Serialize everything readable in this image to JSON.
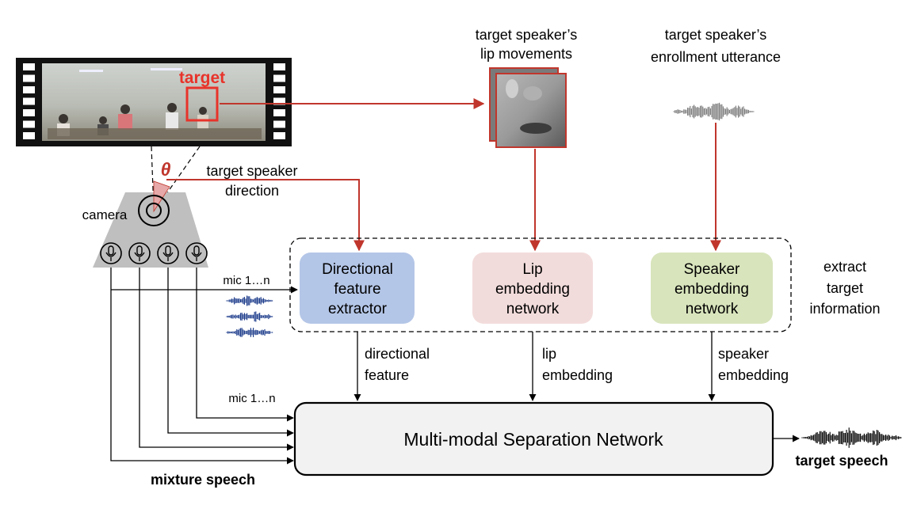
{
  "labels": {
    "target": "target",
    "theta": "θ",
    "camera": "camera",
    "direction_line1": "target speaker",
    "direction_line2": "direction",
    "lip_title_line1": "target speaker’s",
    "lip_title_line2": "lip movements",
    "enroll_title_line1": "target speaker’s",
    "enroll_title_line2": "enrollment utterance",
    "mic_top": "mic 1…n",
    "mic_bottom": "mic 1…n",
    "extract_line1": "extract",
    "extract_line2": "target",
    "extract_line3": "information",
    "dir_feat_line1": "directional",
    "dir_feat_line2": "feature",
    "lip_emb_line1": "lip",
    "lip_emb_line2": "embedding",
    "spk_emb_line1": "speaker",
    "spk_emb_line2": "embedding",
    "separation": "Multi-modal Separation Network",
    "mixture": "mixture speech",
    "target_speech": "target speech"
  },
  "boxes": {
    "directional": {
      "line1": "Directional",
      "line2": "feature",
      "line3": "extractor"
    },
    "lip": {
      "line1": "Lip",
      "line2": "embedding",
      "line3": "network"
    },
    "speaker": {
      "line1": "Speaker",
      "line2": "embedding",
      "line3": "network"
    }
  },
  "colors": {
    "arrow_red": "#c0362c",
    "directional_fill": "#b4c6e7",
    "lip_fill": "#f2dcdb",
    "speaker_fill": "#d8e4bc",
    "separation_fill": "#f2f2f2",
    "camera_fill": "#bfbfbf",
    "wave_blue": "#1f3e8c",
    "theta_fill": "#e6a8a8"
  }
}
